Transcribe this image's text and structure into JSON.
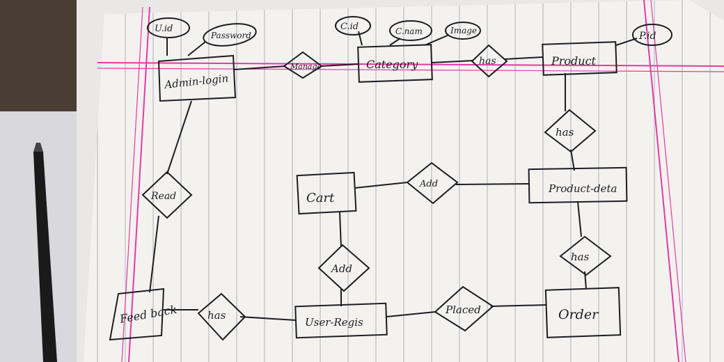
{
  "photo": {
    "description_colors": {
      "paper": "#f3f2ef",
      "rule_line": "#b9b9c8",
      "margin_line": "#e23aa8",
      "ink": "#1c1d22",
      "desk": "#4a3d33"
    }
  },
  "diagram": {
    "entities": {
      "admin_login": "Admin-login",
      "category": "Category",
      "product": "Product",
      "cart": "Cart",
      "product_details": "Product-deta",
      "feedback": "Feed back",
      "user_register": "User-Regis",
      "order": "Order"
    },
    "relationships": {
      "manage": "Manage",
      "has_cat_prod": "has",
      "has_prod_detail": "has",
      "read": "Read",
      "add_cart_detail": "Add",
      "add_cart_user": "Add",
      "has_detail_order": "has",
      "has_feedback_user": "has",
      "placed": "Placed"
    },
    "attributes": {
      "u_id": "U.id",
      "password": "Password",
      "c_id": "C.id",
      "c_name": "C.nam",
      "image": "Image",
      "p_id": "P.id"
    }
  }
}
